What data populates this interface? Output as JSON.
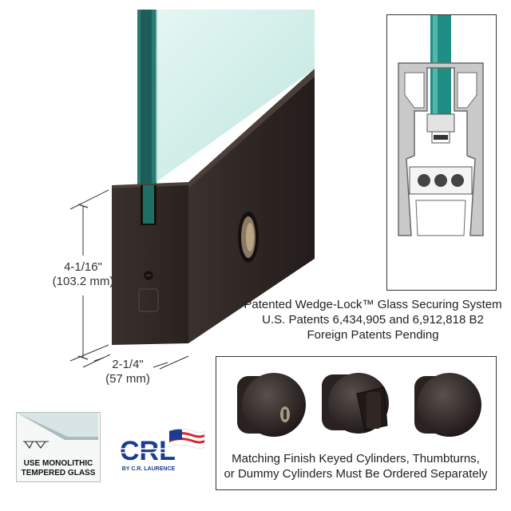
{
  "dimensions": {
    "height_label": "4-1/16\"",
    "height_metric": "(103.2 mm)",
    "width_label": "2-1/4\"",
    "width_metric": "(57 mm)"
  },
  "patent_info": {
    "line1": "Patented Wedge-Lock™ Glass Securing System",
    "line2": "U.S. Patents 6,434,905 and 6,912,818 B2",
    "line3": "Foreign Patents Pending"
  },
  "cylinders": {
    "caption_line1": "Matching Finish Keyed Cylinders, Thumbturns,",
    "caption_line2": "or Dummy Cylinders Must Be Ordered Separately"
  },
  "glass_badge": {
    "line1": "USE MONOLITHIC",
    "line2": "TEMPERED GLASS"
  },
  "brand": {
    "logo_text": "CRL",
    "tagline": "BY C.R. LAURENCE",
    "colors": {
      "blue": "#1b3d8f",
      "red": "#d9232e"
    }
  },
  "colors": {
    "rail_finish": "#2e2624",
    "glass": "#cfeee9",
    "glass_edge": "#1f6e66"
  }
}
